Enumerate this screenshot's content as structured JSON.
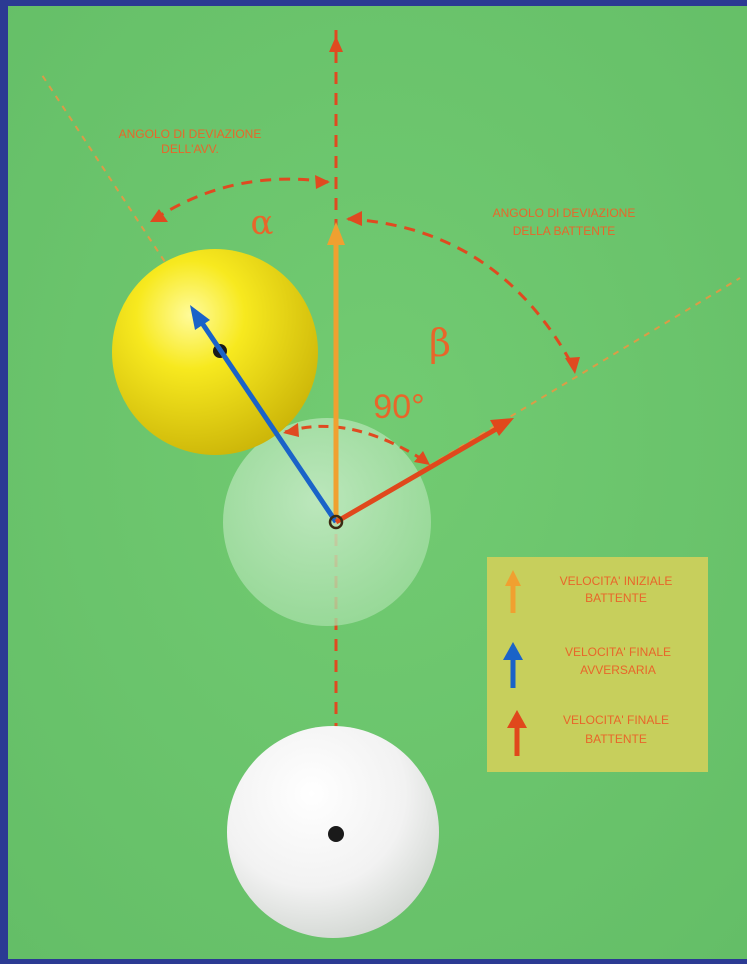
{
  "labels": {
    "angle_deviation_object_ball": [
      "ANGOLO DI DEVIAZIONE",
      "DELL'AVV."
    ],
    "angle_deviation_cue_ball": [
      "ANGOLO DI DEVIAZIONE",
      "DELLA BATTENTE"
    ],
    "alpha_symbol": "α",
    "beta_symbol": "β",
    "right_angle": "90°"
  },
  "legend": {
    "items": [
      {
        "lines": [
          "VELOCITA' INIZIALE",
          "BATTENTE"
        ],
        "color": "#f0a030"
      },
      {
        "lines": [
          "VELOCITA' FINALE",
          "AVVERSARIA"
        ],
        "color": "#1a63c8"
      },
      {
        "lines": [
          "VELOCITA' FINALE",
          "BATTENTE"
        ],
        "color": "#e0481c"
      }
    ]
  },
  "colors": {
    "table_felt": "#6cc66c",
    "frame": "#2b3a93",
    "annotation_orange": "#e8662a",
    "initial_velocity": "#f0a030",
    "object_final_velocity": "#1a63c8",
    "cue_final_velocity": "#e0481c",
    "object_ball": "#f2e017",
    "cue_ball": "#ffffff",
    "legend_bg": "#c7cf5c"
  }
}
